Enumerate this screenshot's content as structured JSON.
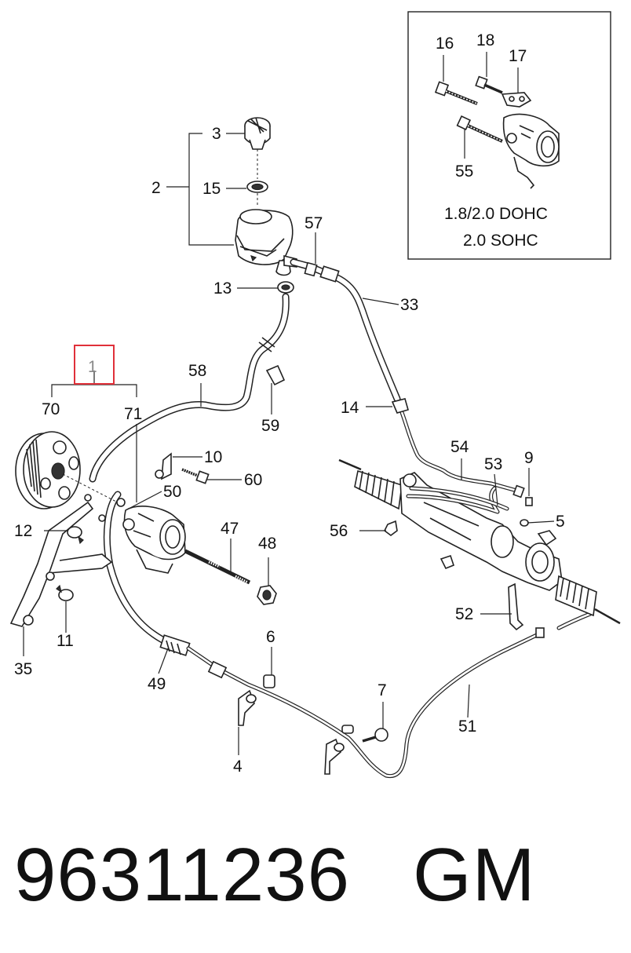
{
  "highlight_color": "#e0303a",
  "inset": {
    "lines": [
      "1.8/2.0 DOHC",
      "2.0 SOHC"
    ],
    "callouts": [
      "16",
      "18",
      "17",
      "55"
    ]
  },
  "callouts": {
    "c1": "1",
    "c2": "2",
    "c3": "3",
    "c4": "4",
    "c5": "5",
    "c6": "6",
    "c7": "7",
    "c9": "9",
    "c10": "10",
    "c11": "11",
    "c12": "12",
    "c13": "13",
    "c14": "14",
    "c15": "15",
    "c33": "33",
    "c35": "35",
    "c47": "47",
    "c48": "48",
    "c49": "49",
    "c50": "50",
    "c51": "51",
    "c52": "52",
    "c53": "53",
    "c54": "54",
    "c56": "56",
    "c57": "57",
    "c58": "58",
    "c59": "59",
    "c60": "60",
    "c70": "70",
    "c71": "71"
  },
  "footer": {
    "part_number": "96311236",
    "brand": "GM"
  }
}
